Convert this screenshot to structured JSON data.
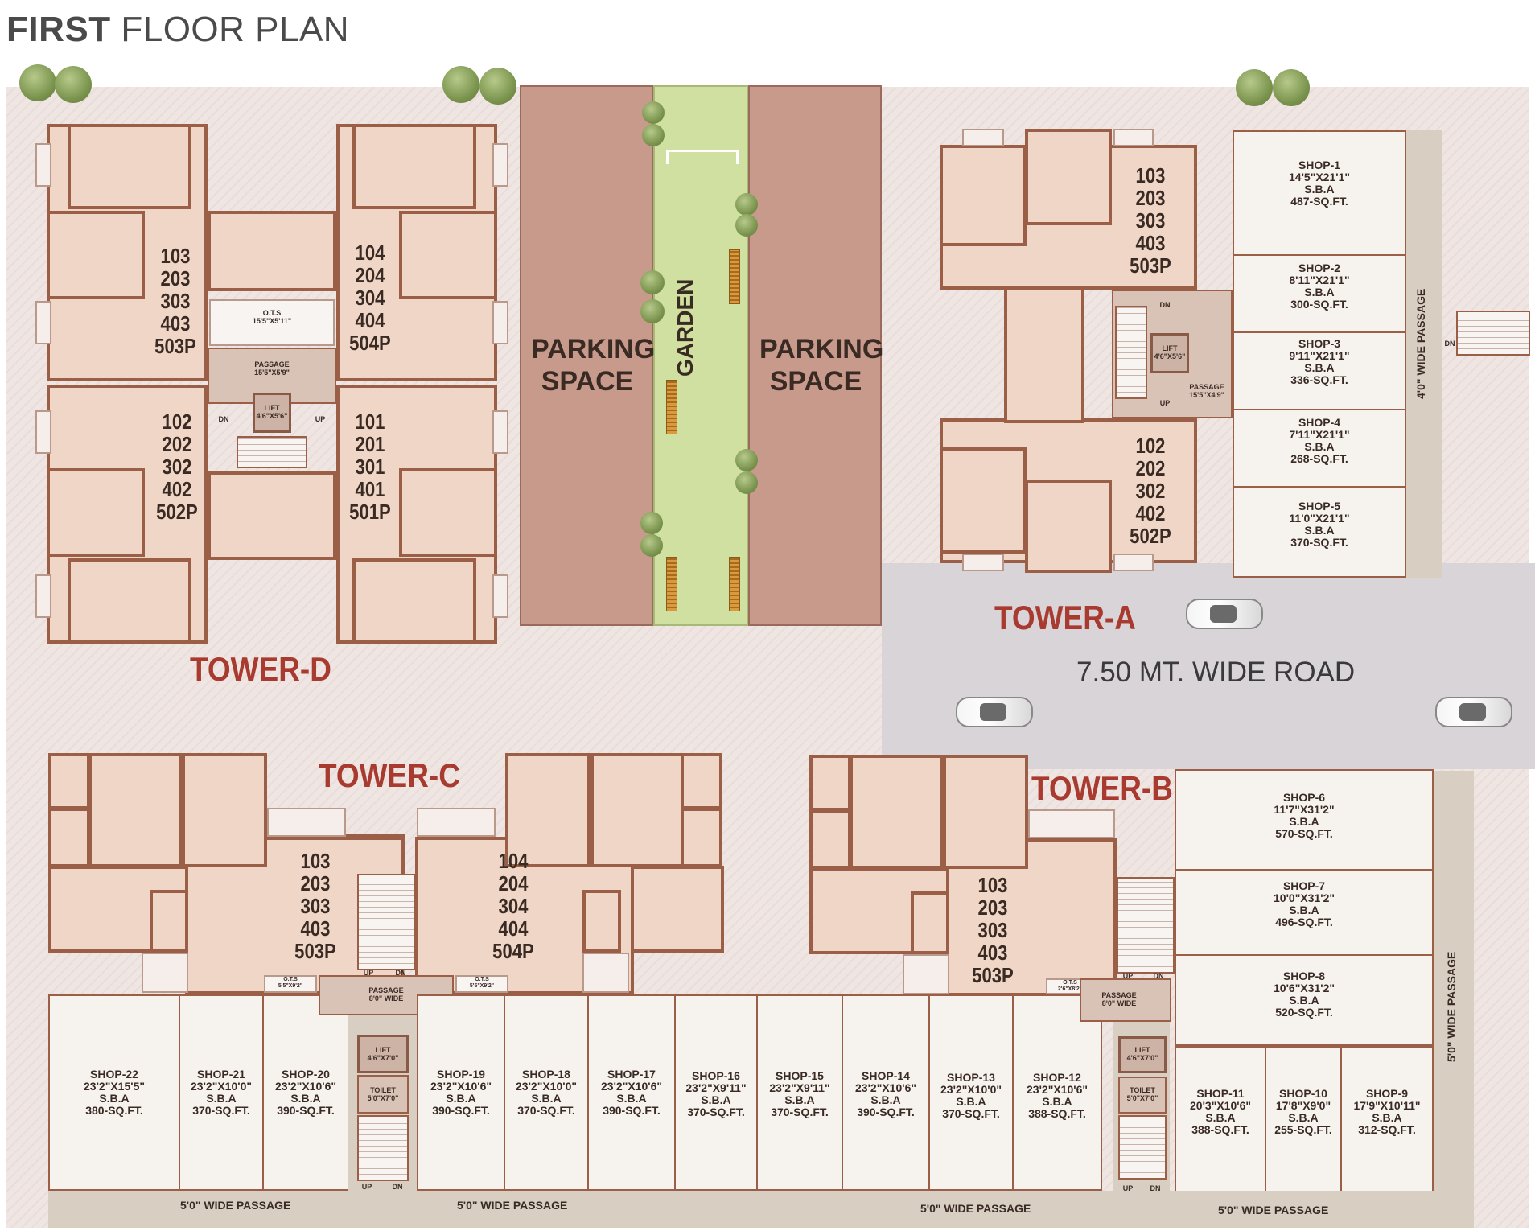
{
  "title": {
    "bold": "FIRST",
    "rest": "FLOOR PLAN"
  },
  "parking_left": "PARKING\nSPACE",
  "parking_right": "PARKING\nSPACE",
  "garden": "GARDEN",
  "road": "7.50 MT. WIDE ROAD",
  "towers": {
    "a": "TOWER-A",
    "b": "TOWER-B",
    "c": "TOWER-C",
    "d": "TOWER-D"
  },
  "tower_d": {
    "flat_103": "103\n203\n303\n403\n503P",
    "flat_104": "104\n204\n304\n404\n504P",
    "flat_102": "102\n202\n302\n402\n502P",
    "flat_101": "101\n201\n301\n401\n501P",
    "ots": "O.T.S\n15'5\"X5'11\"",
    "passage": "PASSAGE\n15'5\"X5'9\"",
    "lift": "LIFT\n4'6\"X5'6\"",
    "dn": "DN",
    "up": "UP"
  },
  "tower_a": {
    "flat_103": "103\n203\n303\n403\n503P",
    "flat_102": "102\n202\n302\n402\n502P",
    "lift": "LIFT\n4'6\"X5'6\"",
    "passage": "PASSAGE\n15'5\"X4'9\"",
    "dn": "DN",
    "up": "UP",
    "side_passage": "4'0\" WIDE PASSAGE",
    "stair_dn": "DN"
  },
  "tower_c": {
    "flat_103": "103\n203\n303\n403\n503P",
    "flat_104": "104\n204\n304\n404\n504P",
    "passage": "PASSAGE\n8'0\" WIDE",
    "lift": "LIFT\n4'6\"X7'0\"",
    "toilet": "TOILET\n5'0\"X7'0\"",
    "ots1": "O.T.S\n5'5\"X9'2\"",
    "ots2": "O.T.S\n5'5\"X9'2\"",
    "up": "UP",
    "dn": "DN"
  },
  "tower_b": {
    "flat_103": "103\n203\n303\n403\n503P",
    "passage": "PASSAGE\n8'0\" WIDE",
    "lift": "LIFT\n4'6\"X7'0\"",
    "toilet": "TOILET\n5'0\"X7'0\"",
    "ots": "O.T.S\n2'6\"X8'2\"",
    "up": "UP",
    "dn": "DN",
    "side_passage": "5'0\" WIDE PASSAGE"
  },
  "shops_right_a": [
    "SHOP-1\n14'5\"X21'1\"\nS.B.A\n487-SQ.FT.",
    "SHOP-2\n8'11\"X21'1\"\nS.B.A\n300-SQ.FT.",
    "SHOP-3\n9'11\"X21'1\"\nS.B.A\n336-SQ.FT.",
    "SHOP-4\n7'11\"X21'1\"\nS.B.A\n268-SQ.FT.",
    "SHOP-5\n11'0\"X21'1\"\nS.B.A\n370-SQ.FT."
  ],
  "shops_right_b": [
    "SHOP-6\n11'7\"X31'2\"\nS.B.A\n570-SQ.FT.",
    "SHOP-7\n10'0\"X31'2\"\nS.B.A\n496-SQ.FT.",
    "SHOP-8\n10'6\"X31'2\"\nS.B.A\n520-SQ.FT."
  ],
  "shops_bottom": [
    "SHOP-22\n23'2\"X15'5\"\nS.B.A\n380-SQ.FT.",
    "SHOP-21\n23'2\"X10'0\"\nS.B.A\n370-SQ.FT.",
    "SHOP-20\n23'2\"X10'6\"\nS.B.A\n390-SQ.FT.",
    "SHOP-19\n23'2\"X10'6\"\nS.B.A\n390-SQ.FT.",
    "SHOP-18\n23'2\"X10'0\"\nS.B.A\n370-SQ.FT.",
    "SHOP-17\n23'2\"X10'6\"\nS.B.A\n390-SQ.FT.",
    "SHOP-16\n23'2\"X9'11\"\nS.B.A\n370-SQ.FT.",
    "SHOP-15\n23'2\"X9'11\"\nS.B.A\n370-SQ.FT.",
    "SHOP-14\n23'2\"X10'6\"\nS.B.A\n390-SQ.FT.",
    "SHOP-13\n23'2\"X10'0\"\nS.B.A\n370-SQ.FT.",
    "SHOP-12\n23'2\"X10'6\"\nS.B.A\n388-SQ.FT.",
    "SHOP-11\n20'3\"X10'6\"\nS.B.A\n388-SQ.FT.",
    "SHOP-10\n17'8\"X9'0\"\nS.B.A\n255-SQ.FT.",
    "SHOP-9\n17'9\"X10'11\"\nS.B.A\n312-SQ.FT."
  ],
  "bottom_passages": [
    "5'0\" WIDE PASSAGE",
    "5'0\" WIDE PASSAGE",
    "5'0\" WIDE PASSAGE",
    "5'0\" WIDE PASSAGE"
  ]
}
